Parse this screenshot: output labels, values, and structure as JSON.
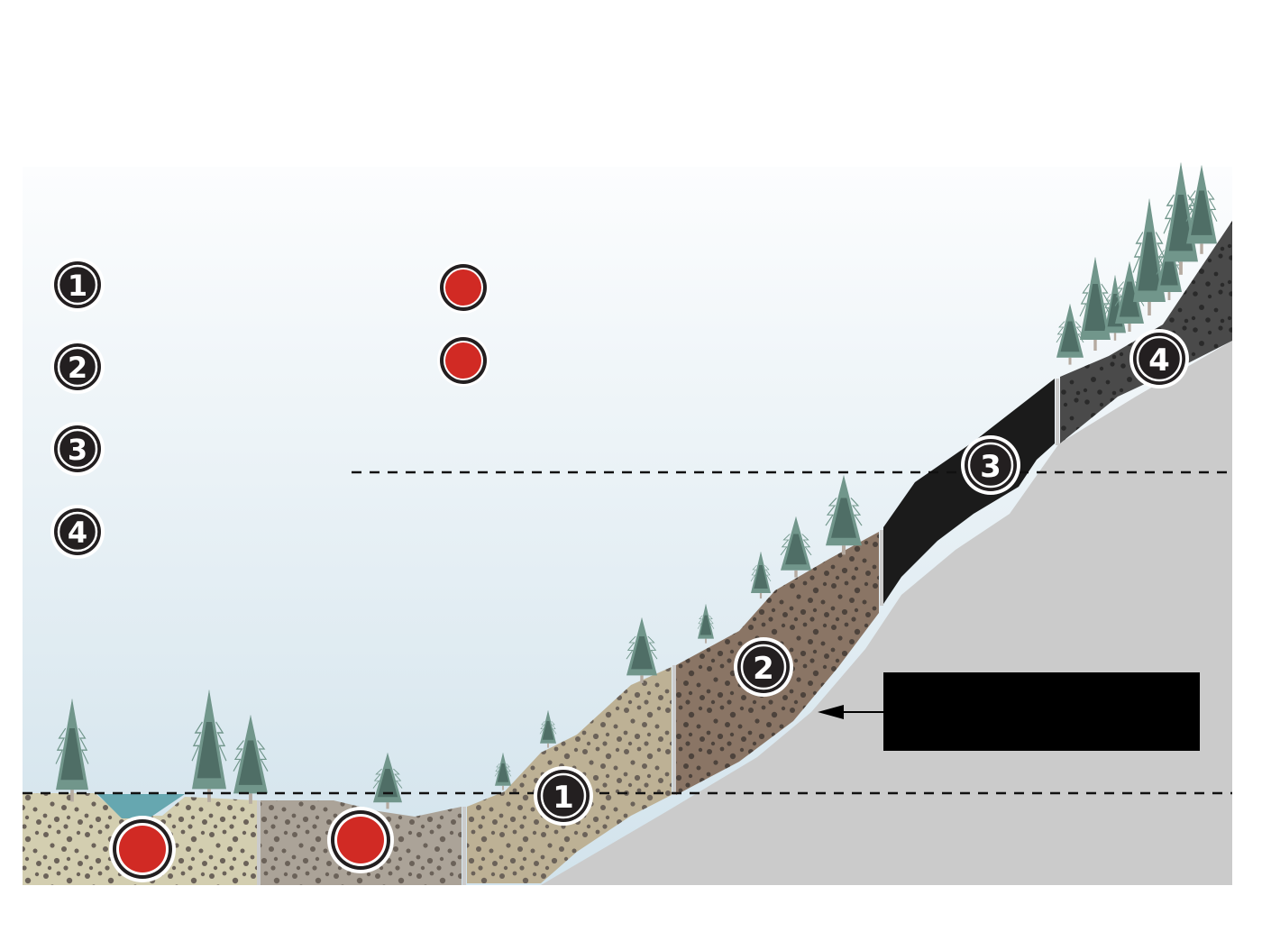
{
  "diagram": {
    "title": "",
    "colors": {
      "sky_top": "#fcfdfe",
      "sky_bottom": "#d2e3ec",
      "bedrock": "#cbcbcb",
      "layer_1": "#bdb195",
      "layer_lowland_left": "#d3ceb0",
      "layer_lowland_mid": "#aba398",
      "layer_2": "#8a7565",
      "layer_3": "#1b1b1b",
      "layer_4": "#4a4a4a",
      "pebble": "#6b6259",
      "water": "#66a7b0",
      "tree_light": "#71968b",
      "tree_dark": "#4f6e66",
      "marker_red": "#d12a24",
      "badge_fill": "#231f20",
      "redacted_box": "#000000"
    },
    "legend": {
      "numbered_items": [
        {
          "number": "1",
          "icon": "numbered-badge"
        },
        {
          "number": "2",
          "icon": "numbered-badge"
        },
        {
          "number": "3",
          "icon": "numbered-badge"
        },
        {
          "number": "4",
          "icon": "numbered-badge"
        }
      ],
      "marker_items": [
        {
          "icon": "red-dot-marker"
        },
        {
          "icon": "red-dot-marker"
        }
      ]
    },
    "layer_badges": [
      {
        "number": "1",
        "layer": "layer_1"
      },
      {
        "number": "2",
        "layer": "layer_2"
      },
      {
        "number": "3",
        "layer": "layer_3"
      },
      {
        "number": "4",
        "layer": "layer_4"
      }
    ],
    "site_markers": [
      {
        "icon": "red-dot-marker",
        "location": "lowland-left"
      },
      {
        "icon": "red-dot-marker",
        "location": "lowland-middle"
      }
    ],
    "reference_lines": [
      {
        "style": "dashed",
        "name": "upper-level-line"
      },
      {
        "style": "dashed",
        "name": "lower-level-line"
      }
    ],
    "callout": {
      "text": "",
      "redacted": true,
      "arrow": "left-arrow"
    }
  }
}
